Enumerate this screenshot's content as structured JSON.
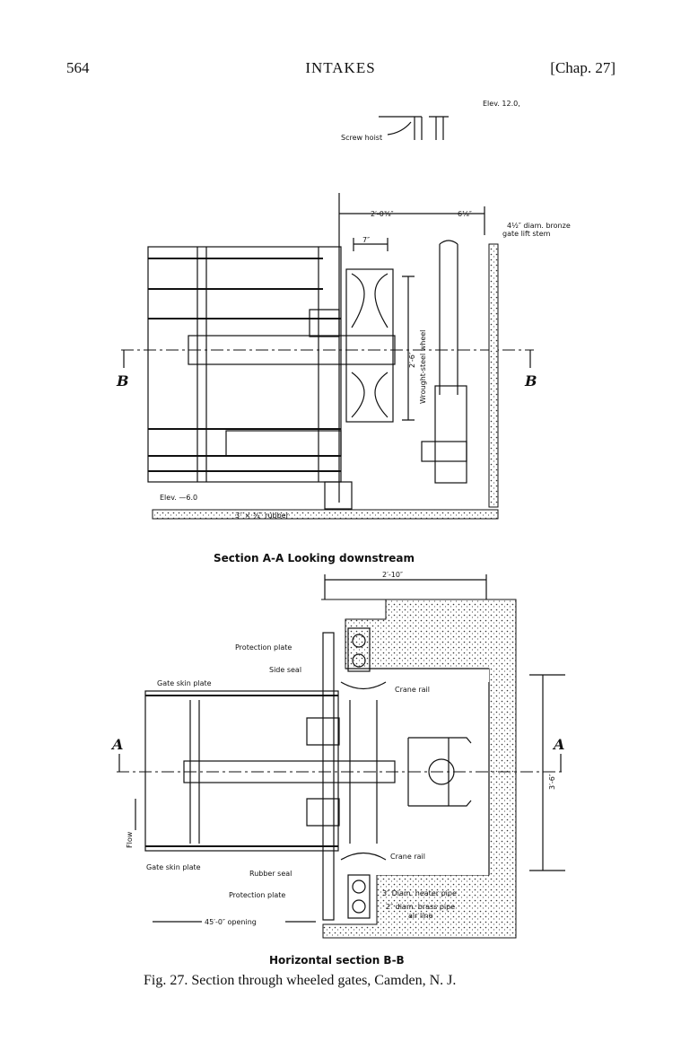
{
  "header": {
    "page_number": "564",
    "title": "INTAKES",
    "chapter": "[Chap. 27]"
  },
  "section_aa": {
    "elev_top": "Elev. 12.0,",
    "screw_hoist": "Screw hoist",
    "dim_width": "2′-0⅜″",
    "dim_offset": "6⅛″",
    "dim_wheel_gap": "7″",
    "stem": "4½″ diam. bronze",
    "stem_line2": "gate lift stem",
    "wheel_dim": "2′-6″",
    "wheel": "Wrought-steel wheel",
    "section_left": "B",
    "section_right": "B",
    "elev_bottom": "Elev. —6.0",
    "rubber": "3″ × ¾″ rubber",
    "caption": "Section A-A Looking downstream"
  },
  "section_bb": {
    "dim_top": "2′-10″",
    "protection_plate_top": "Protection plate",
    "side_seal": "Side seal",
    "gate_skin_plate_top": "Gate skin plate",
    "crane_rail_top": "Crane rail",
    "section_left": "A",
    "section_right": "A",
    "dim_vertical": "3′-6″",
    "flow": "Flow",
    "gate_skin_plate_bottom": "Gate skin plate",
    "rubber_seal": "Rubber seal",
    "crane_rail_bottom": "Crane rail",
    "protection_plate_bottom": "Protection plate",
    "heater_pipe": "3″ Diam. heater pipe",
    "brass_pipe": "2″ diam. brass pipe",
    "air_line": "air line",
    "opening": "45′-0″ opening",
    "caption": "Horizontal section B-B"
  },
  "figure_caption": "Fig. 27. Section through wheeled gates, Camden, N. J."
}
